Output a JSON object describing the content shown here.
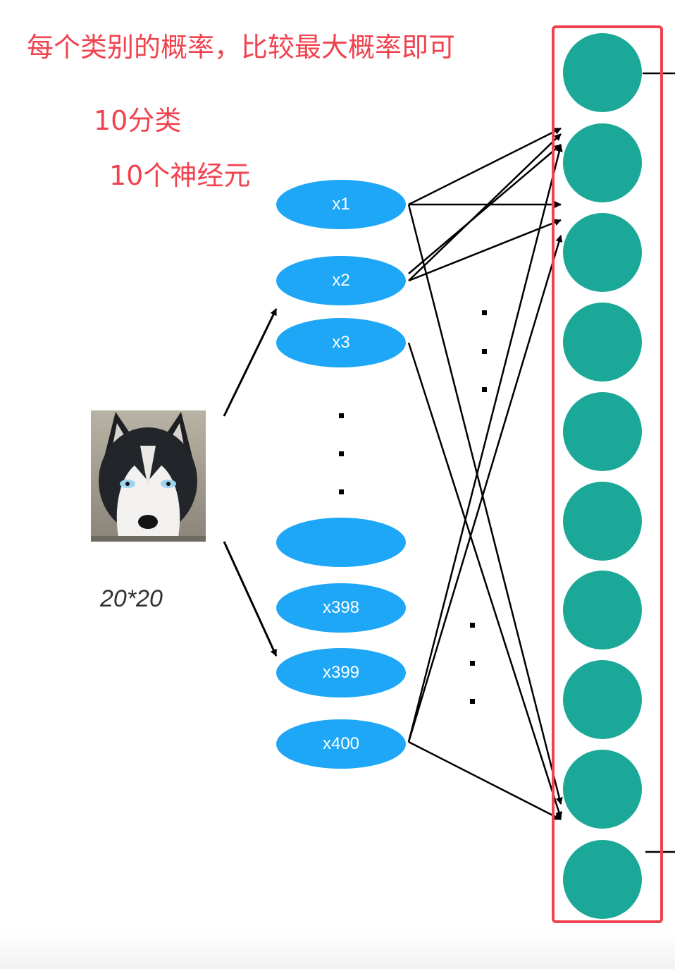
{
  "annotations": {
    "title": "每个类别的概率，比较最大概率即可",
    "classes": "10分类",
    "neurons": "10个神经元"
  },
  "input_image": {
    "label": "20*20",
    "subject": "husky-dog-photo"
  },
  "input_layer": {
    "nodes": [
      "x1",
      "x2",
      "x3",
      "",
      "x398",
      "x399",
      "x400"
    ],
    "color": "#1ea7f7"
  },
  "output_layer": {
    "count": 10,
    "color": "#1ba898",
    "box_color": "#f0434f"
  },
  "colors": {
    "annotation": "#f0434f",
    "edges": "#000000"
  }
}
